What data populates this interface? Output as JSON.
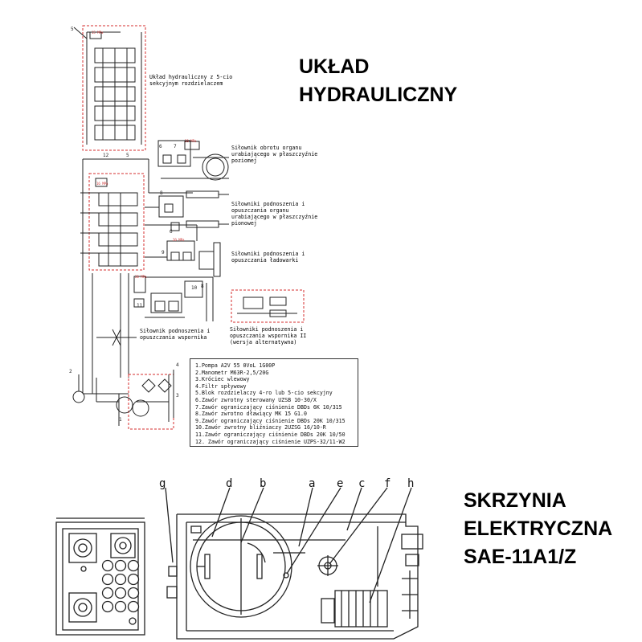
{
  "titles": {
    "hydraulic": [
      "UKŁAD",
      "HYDRAULICZNY"
    ],
    "electric": [
      "SKRZYNIA",
      "ELEKTRYCZNA",
      "SAE-11A1/Z"
    ]
  },
  "hydraulic_diagram": {
    "top_block_label": "Układ hydrauliczny z 5-cio sekcyjnym rozdzielaczem",
    "callouts": {
      "rotation": "Siłownik obrotu organu urabiającego w płaszczyźnie poziomej",
      "lift_organ": "Siłowniki podnoszenia i opuszczania organu urabiającego w płaszczyźnie pionowej",
      "loader": "Siłowniki podnoszenia i opuszczania ładowarki",
      "support": "Siłownik podnoszenia i opuszczania wspornika",
      "support_ii": "Siłowniki podnoszenia i opuszczania wspornika II (wersja alternatywna)"
    },
    "legend": [
      "1.Pompa A2V 55 0VoL 1G00P",
      "2.Manometr M63R-2,5/20G",
      "3.Króciec wlewowy",
      "4.Filtr spływowy",
      "5.Blok rozdzielaczy 4-ro lub 5-cio sekcyjny",
      "6.Zawór zwrotny sterowany UZSB 10-30/X",
      "7.Zawór ograniczający ciśnienie DBDs 6K 10/315",
      "8.Zawór zwrotno dławiący MK 15 G1.0",
      "9.Zawór ograniczający ciśnienie DBDs 20K 10/315",
      "10.Zawór zwrotny bliźniaczy 2UZSG 16/10-R",
      "11.Zawór ograniczający ciśnienie DBDs 20K 10/50",
      "12. Zawór ograniczający ciśnienie UZPS-32/11-W2"
    ],
    "numbers": [
      "5",
      "12",
      "5",
      "6",
      "7",
      "8",
      "6",
      "9",
      "10",
      "8",
      "11",
      "2",
      "4",
      "3",
      "1"
    ],
    "pressure_tags": [
      "15 MPa",
      "16 MPa",
      "20 MPa",
      "20 MPa",
      "20 MPa"
    ]
  },
  "electric_diagram": {
    "letters": [
      "g",
      "d",
      "b",
      "a",
      "e",
      "c",
      "f",
      "h"
    ]
  }
}
